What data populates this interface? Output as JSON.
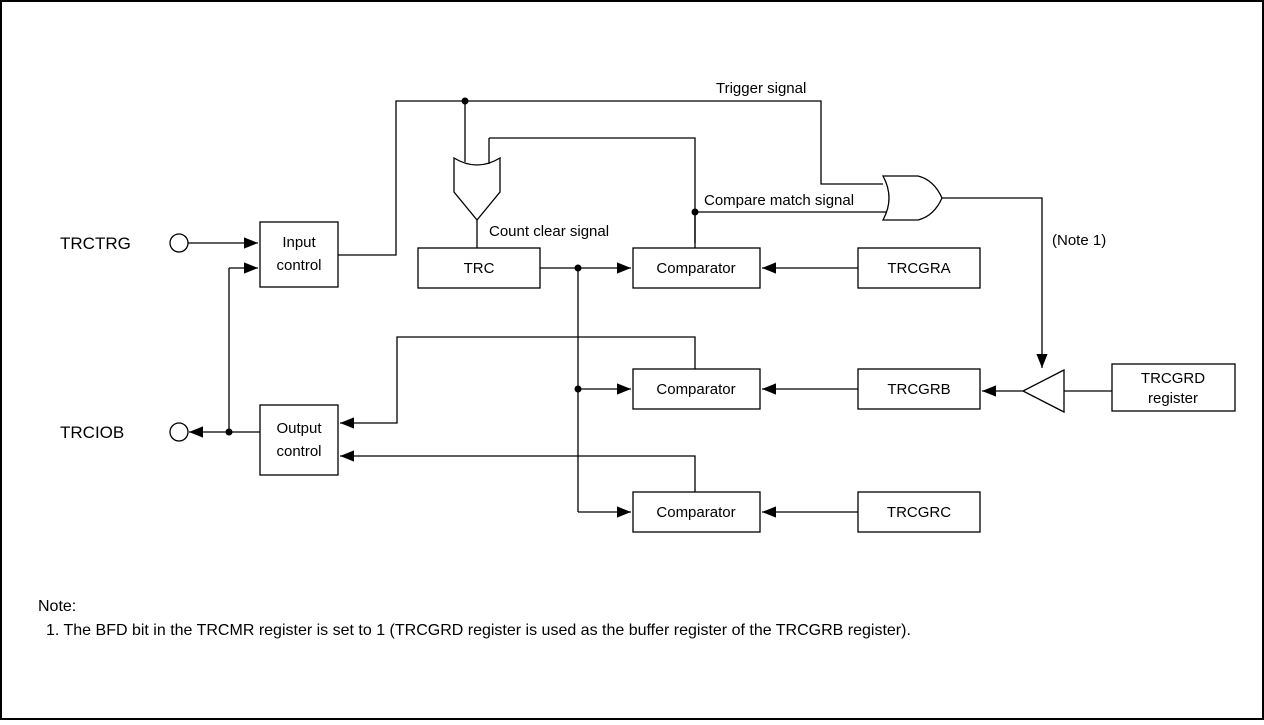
{
  "diagram": {
    "pins": {
      "trctrg": "TRCTRG",
      "trciob": "TRCIOB"
    },
    "blocks": {
      "input_control": [
        "Input",
        "control"
      ],
      "output_control": [
        "Output",
        "control"
      ],
      "trc": "TRC",
      "comparator_a": "Comparator",
      "comparator_b": "Comparator",
      "comparator_c": "Comparator",
      "trcgra": "TRCGRA",
      "trcgrb": "TRCGRB",
      "trcgrc": "TRCGRC",
      "trcgrd": [
        "TRCGRD",
        "register"
      ]
    },
    "signals": {
      "trigger": "Trigger signal",
      "compare_match": "Compare match signal",
      "count_clear": "Count clear signal",
      "note_ref": "(Note 1)"
    }
  },
  "notes": {
    "heading": "Note:",
    "items": [
      "1. The BFD bit in the TRCMR register is set to 1 (TRCGRD register is used as the buffer register of the TRCGRB register)."
    ]
  }
}
